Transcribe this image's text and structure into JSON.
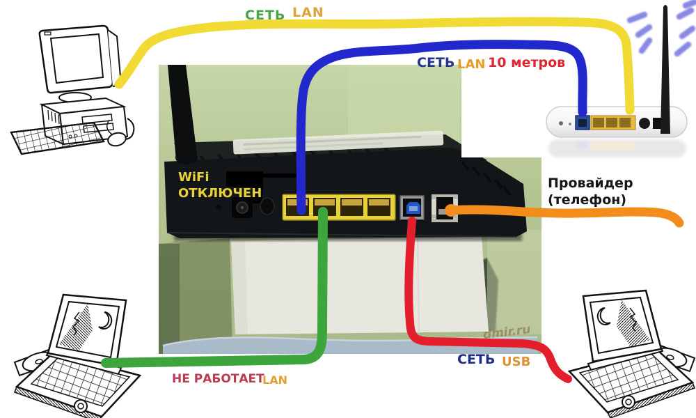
{
  "diagram": {
    "type": "network-wiring-diagram",
    "devices": [
      {
        "id": "desktop-pc",
        "kind": "desktop computer drawing"
      },
      {
        "id": "adsl-modem",
        "kind": "black modem photo, rear panel"
      },
      {
        "id": "wifi-router",
        "kind": "white wireless router with antenna"
      },
      {
        "id": "laptop-left",
        "kind": "laptop drawing"
      },
      {
        "id": "laptop-right",
        "kind": "laptop drawing"
      }
    ],
    "connections": [
      {
        "cable": "yellow",
        "from": "desktop-pc",
        "to": "wifi-router LAN",
        "labels": [
          "СЕТЬ",
          "LAN"
        ]
      },
      {
        "cable": "blue",
        "from": "adsl-modem LAN1",
        "to": "wifi-router WAN",
        "labels": [
          "СЕТЬ",
          "LAN",
          "10 метров"
        ]
      },
      {
        "cable": "green",
        "from": "adsl-modem LAN2",
        "to": "laptop-left",
        "labels": [
          "НЕ РАБОТАЕТ",
          "LAN"
        ]
      },
      {
        "cable": "red",
        "from": "adsl-modem USB",
        "to": "laptop-right",
        "labels": [
          "СЕТЬ",
          "USB"
        ]
      },
      {
        "cable": "orange",
        "from": "adsl-modem phone port",
        "to": "provider line",
        "labels": [
          "Провайдер",
          "(телефон)"
        ]
      }
    ]
  },
  "labels": {
    "pc_link": {
      "set": "СЕТЬ",
      "lan": "LAN"
    },
    "wan_link": {
      "set": "СЕТЬ",
      "lan": "LAN",
      "length": "10 метров"
    },
    "wifi_status": {
      "line1": "WiFi",
      "line2": "ОТКЛЮЧЕН"
    },
    "provider": {
      "line1": "Провайдер",
      "line2": "(телефон)"
    },
    "left_link": {
      "status": "НЕ РАБОТАЕТ",
      "lan": "LAN"
    },
    "right_link": {
      "set": "СЕТЬ",
      "usb": "USB"
    },
    "watermark": "dmir.ru"
  },
  "colors": {
    "cable_yellow": "#f2da35",
    "cable_blue": "#2328cc",
    "cable_green": "#3ca53c",
    "cable_red": "#e41e2d",
    "cable_orange": "#f28c1b",
    "wifi_waves": "#7d7de0",
    "label_green": "#4aa44a",
    "label_orange": "#e2a23a",
    "label_navy": "#23338f",
    "label_red": "#dd2433",
    "label_yellow": "#ead23a",
    "label_crimson": "#bc3a55",
    "label_black": "#161616",
    "photo_background": "#b4c492"
  }
}
